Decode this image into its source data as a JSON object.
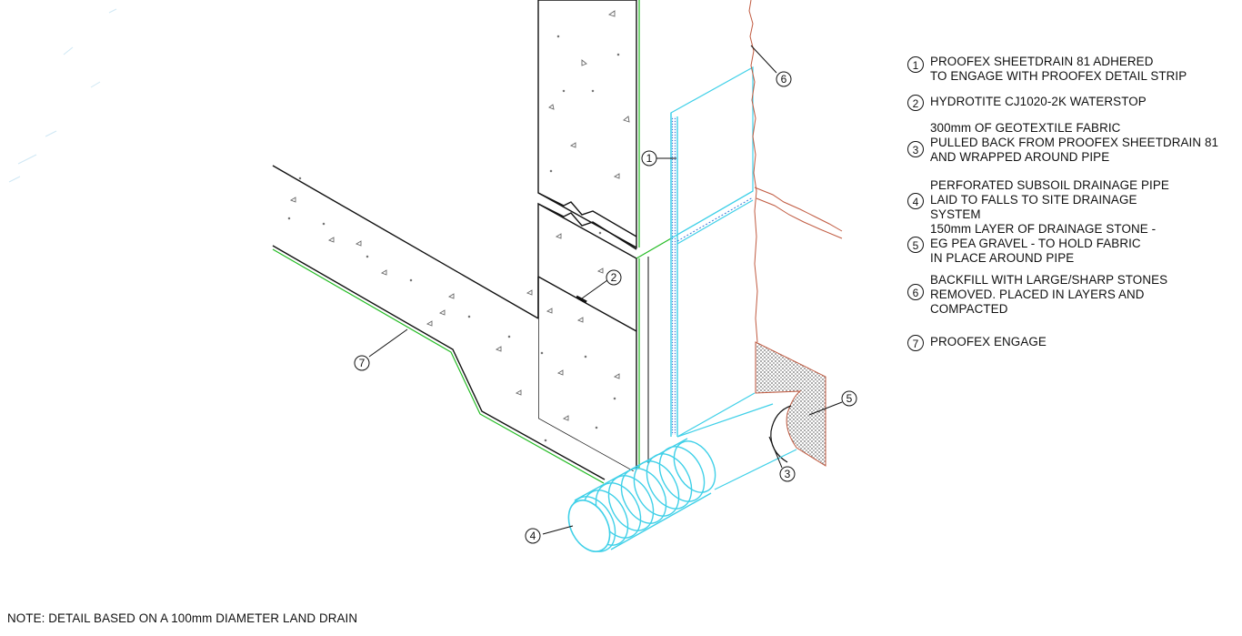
{
  "legend": [
    {
      "num": "1",
      "text": "PROOFEX SHEETDRAIN 81 ADHERED\nTO ENGAGE WITH PROOFEX DETAIL STRIP"
    },
    {
      "num": "2",
      "text": "HYDROTITE CJ1020-2K WATERSTOP"
    },
    {
      "num": "3",
      "text": "300mm OF GEOTEXTILE FABRIC\nPULLED BACK FROM PROOFEX SHEETDRAIN 81\nAND WRAPPED AROUND PIPE"
    },
    {
      "num": "4",
      "text": "PERFORATED SUBSOIL DRAINAGE PIPE\nLAID TO FALLS TO SITE DRAINAGE\nSYSTEM"
    },
    {
      "num": "5",
      "text": "150mm LAYER OF DRAINAGE STONE -\nEG PEA GRAVEL - TO HOLD FABRIC\nIN PLACE AROUND PIPE"
    },
    {
      "num": "6",
      "text": "BACKFILL WITH LARGE/SHARP STONES\nREMOVED. PLACED IN LAYERS AND\nCOMPACTED"
    },
    {
      "num": "7",
      "text": "PROOFEX ENGAGE"
    }
  ],
  "callouts": [
    "1",
    "2",
    "3",
    "4",
    "5",
    "6",
    "7"
  ],
  "note": "NOTE: DETAIL BASED ON A 100mm DIAMETER LAND DRAIN",
  "colors": {
    "line": "#111111",
    "membrane": "#3fd0e8",
    "engage": "#22bb22",
    "backfill": "#c05a40",
    "stone": "#7a7a7a"
  }
}
